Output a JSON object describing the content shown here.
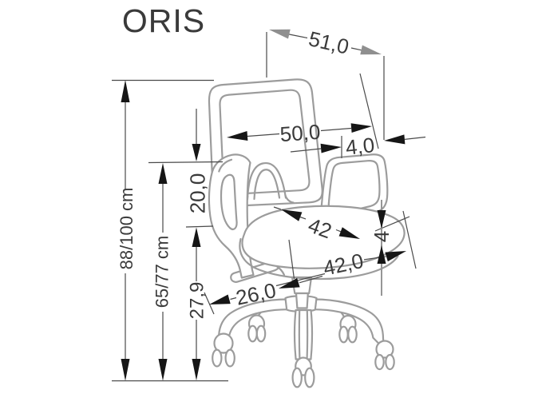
{
  "title": "ORIS",
  "dimensions": {
    "overall_depth": "51,0",
    "backrest_width": "50,0",
    "backrest_thickness": "4,0",
    "armrest_above_seat": "20,0",
    "seat_depth": "42",
    "seat_thickness": "4",
    "seat_width": "42,0",
    "base_reach": "26,0",
    "under_seat_height": "27,9",
    "overall_height": "88/100 cm",
    "seat_height": "65/77 cm"
  },
  "colors": {
    "background": "#ffffff",
    "chair_line": "#9c9c9c",
    "dimension_line": "#4a4a4a",
    "arrow_black": "#161616",
    "arrow_gray": "#8f8f8f",
    "extension_gray": "#969696",
    "text": "#3a3a3a"
  }
}
